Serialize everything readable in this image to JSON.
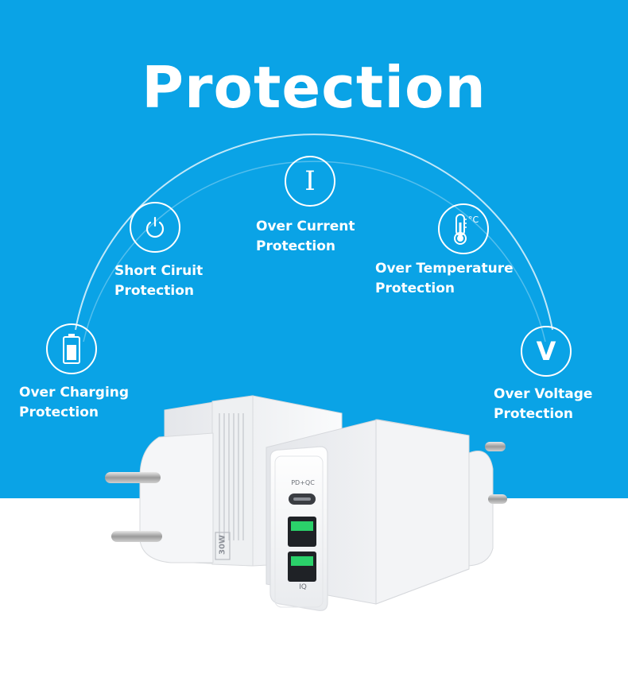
{
  "title": "Protection",
  "colors": {
    "background": "#0aa3e6",
    "text": "#ffffff",
    "charger": "#f4f5f7",
    "usb_port": "#2bd16a"
  },
  "features": [
    {
      "icon": "current-icon",
      "glyph": "I",
      "line1": "Over Current",
      "line2": "Protection"
    },
    {
      "icon": "power-icon",
      "line1": "Short Ciruit",
      "line2": "Protection"
    },
    {
      "icon": "thermometer-icon",
      "line1": "Over Temperature",
      "line2": "Protection"
    },
    {
      "icon": "battery-icon",
      "line1": "Over Charging",
      "line2": "Protection"
    },
    {
      "icon": "voltage-icon",
      "glyph": "V",
      "line1": "Over Voltage",
      "line2": "Protection"
    }
  ],
  "product": {
    "port_top_label": "PD+QC",
    "port_bottom_label": "IQ",
    "wattage_badge": "30W"
  }
}
